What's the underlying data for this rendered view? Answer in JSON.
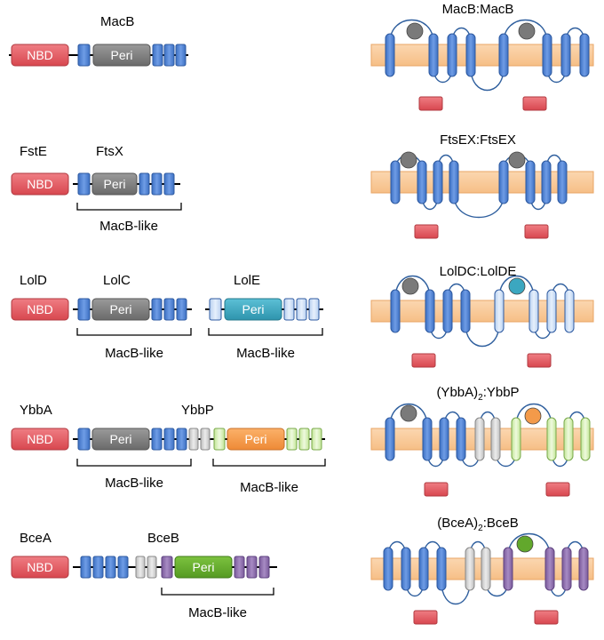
{
  "colors": {
    "nbd": "#e2585f",
    "peri_gray": "#7f7f7f",
    "tm_blue": "#4a7fd4",
    "tm_light": "#cfe0f6",
    "tm_gray": "#d3d3d3",
    "tm_green": "#d6f0b0",
    "tm_purple": "#8a6aa8",
    "peri_teal": "#3ba7c0",
    "peri_orange": "#f39a4a",
    "peri_green": "#62a82c",
    "membrane": "#f9cfa3",
    "loop": "#2f5f9e"
  },
  "rows": [
    {
      "id": "macb",
      "proteins": [
        "MacB"
      ],
      "peri": [
        "Peri"
      ],
      "brackets": [],
      "complex": {
        "prefix": "MacB:MacB",
        "sub": "",
        "suffix": ""
      }
    },
    {
      "id": "ftsex",
      "proteins": [
        "FstE",
        "FtsX"
      ],
      "peri": [
        "Peri"
      ],
      "brackets": [
        "MacB-like"
      ],
      "complex": {
        "prefix": "FtsEX:FtsEX",
        "sub": "",
        "suffix": ""
      }
    },
    {
      "id": "loldce",
      "proteins": [
        "LolD",
        "LolC",
        "LolE"
      ],
      "peri": [
        "Peri",
        "Peri"
      ],
      "brackets": [
        "MacB-like",
        "MacB-like"
      ],
      "complex": {
        "prefix": "LolDC:LolDE",
        "sub": "",
        "suffix": ""
      }
    },
    {
      "id": "ybbap",
      "proteins": [
        "YbbA",
        "YbbP"
      ],
      "peri": [
        "Peri",
        "Peri"
      ],
      "brackets": [
        "MacB-like",
        "MacB-like"
      ],
      "complex": {
        "prefix": "(YbbA)",
        "sub": "2",
        "suffix": ":YbbP"
      }
    },
    {
      "id": "bceab",
      "proteins": [
        "BceA",
        "BceB"
      ],
      "peri": [
        "Peri"
      ],
      "brackets": [
        "MacB-like"
      ],
      "complex": {
        "prefix": "(BceA)",
        "sub": "2",
        "suffix": ":BceB"
      }
    }
  ],
  "nbd_label": "NBD"
}
